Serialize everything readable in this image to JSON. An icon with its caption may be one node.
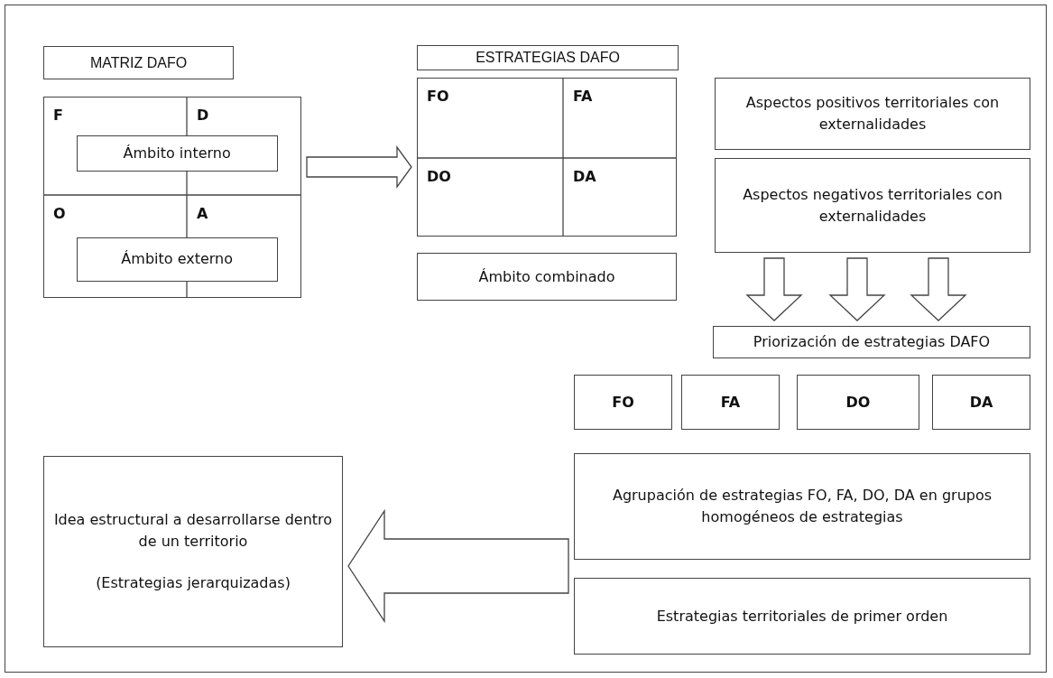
{
  "diagram": {
    "nodes": [
      {
        "text": [
          "MATRIZ DAFO"
        ]
      },
      {
        "text": [],
        "shape": "box"
      },
      {
        "text": [
          "F"
        ],
        "in": 1
      },
      {
        "text": [
          "D"
        ],
        "in": 1
      },
      {
        "text": [
          "Ámbito interno"
        ],
        "in": 1
      },
      {
        "text": [
          "O"
        ],
        "in": 1
      },
      {
        "text": [
          "A"
        ],
        "in": 1
      },
      {
        "text": [
          "Ámbito externo"
        ],
        "in": 1
      },
      {
        "text": [
          "ESTRATEGIAS DAFO"
        ]
      },
      {
        "text": [],
        "shape": "box"
      },
      {
        "text": [
          "FO"
        ],
        "in": 9
      },
      {
        "text": [
          "FA"
        ],
        "in": 9
      },
      {
        "text": [
          "DO"
        ],
        "in": 9
      },
      {
        "text": [
          "DA"
        ],
        "in": 9
      },
      {
        "text": [
          "Ámbito combinado"
        ]
      },
      {
        "text": [
          "Aspectos positivos territoriales con externalidades"
        ]
      },
      {
        "text": [
          "Aspectos negativos territoriales con externalidades"
        ]
      },
      {
        "text": [
          "Priorización de estrategias DAFO"
        ]
      },
      {
        "text": [
          "FO"
        ]
      },
      {
        "text": [
          "FA"
        ]
      },
      {
        "text": [
          "DO"
        ]
      },
      {
        "text": [
          "DA"
        ]
      },
      {
        "text": [
          "Agrupación de estrategias FO, FA, DO, DA en grupos homogéneos de estrategias"
        ]
      },
      {
        "text": [
          "Estrategias territoriales de primer orden"
        ]
      },
      {
        "text": [
          "Idea estructural a desarrollarse dentro de un territorio",
          "(Estrategias jerarquizadas)"
        ]
      }
    ],
    "edges": [
      {
        "from": 1,
        "to": 9,
        "arrow": "to"
      },
      {
        "from": 16,
        "to": 17,
        "arrow": "to"
      },
      {
        "from": 16,
        "to": 17,
        "arrow": "to"
      },
      {
        "from": 16,
        "to": 17,
        "arrow": "to"
      },
      {
        "from": 22,
        "to": 24,
        "arrow": "to"
      }
    ]
  }
}
